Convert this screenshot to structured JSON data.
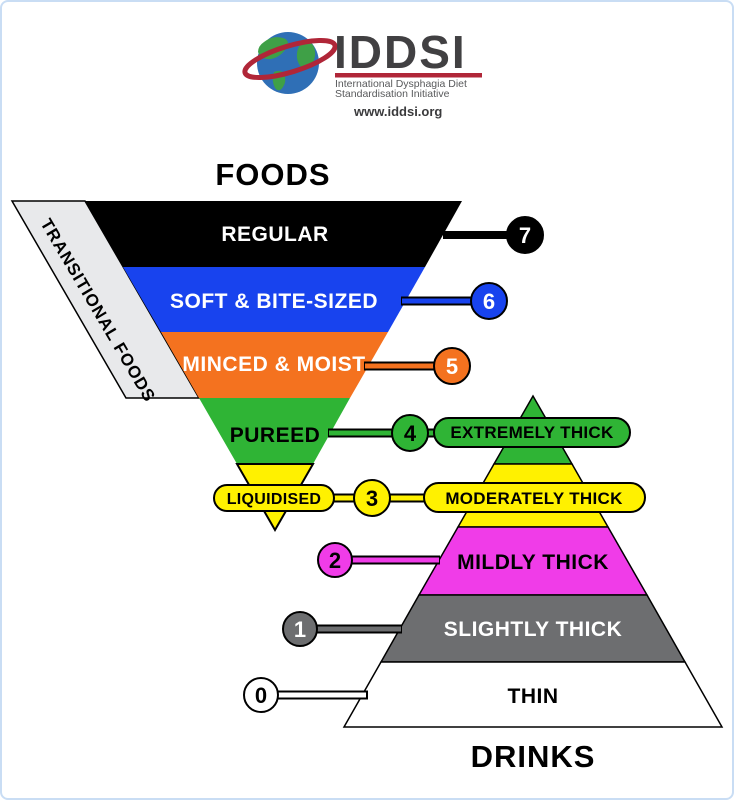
{
  "page": {
    "background": "#FFFFFF",
    "border_color": "#C9DDF4"
  },
  "logo": {
    "acronym": "IDDSI",
    "tagline_line1": "International Dysphagia Diet",
    "tagline_line2": "Standardisation Initiative",
    "website": "www.iddsi.org",
    "brand_red": "#B02638",
    "text_color": "#414042",
    "tagline_color": "#58595B",
    "globe_ocean": "#2F6FB6",
    "globe_land": "#3FA047"
  },
  "foods": {
    "heading": "FOODS",
    "transitional_label": "TRANSITIONAL FOODS",
    "transitional_fill": "#E8E9EB",
    "levels": [
      {
        "number": "7",
        "label": "REGULAR",
        "color": "#000000",
        "label_color": "#FFFFFF",
        "number_color": "#FFFFFF"
      },
      {
        "number": "6",
        "label": "SOFT & BITE-SIZED",
        "color": "#1843EE",
        "label_color": "#FFFFFF",
        "number_color": "#FFFFFF"
      },
      {
        "number": "5",
        "label": "MINCED & MOIST",
        "color": "#F4721F",
        "label_color": "#FFFFFF",
        "number_color": "#FFFFFF"
      },
      {
        "number": "4",
        "label": "PUREED",
        "color": "#2FB435",
        "label_color": "#000000",
        "number_color": "#000000"
      },
      {
        "number": "3",
        "label": "LIQUIDISED",
        "color": "#FFF100",
        "label_color": "#000000",
        "number_color": "#000000"
      }
    ]
  },
  "drinks": {
    "heading": "DRINKS",
    "levels": [
      {
        "number": "4",
        "label": "EXTREMELY THICK",
        "color": "#2FB435",
        "label_color": "#000000",
        "number_color": "#000000"
      },
      {
        "number": "3",
        "label": "MODERATELY THICK",
        "color": "#FFF100",
        "label_color": "#000000",
        "number_color": "#000000"
      },
      {
        "number": "2",
        "label": "MILDLY THICK",
        "color": "#F03CE8",
        "label_color": "#000000",
        "number_color": "#000000"
      },
      {
        "number": "1",
        "label": "SLIGHTLY THICK",
        "color": "#6D6E70",
        "label_color": "#FFFFFF",
        "number_color": "#FFFFFF"
      },
      {
        "number": "0",
        "label": "THIN",
        "color": "#FFFFFF",
        "label_color": "#000000",
        "number_color": "#000000"
      }
    ]
  }
}
